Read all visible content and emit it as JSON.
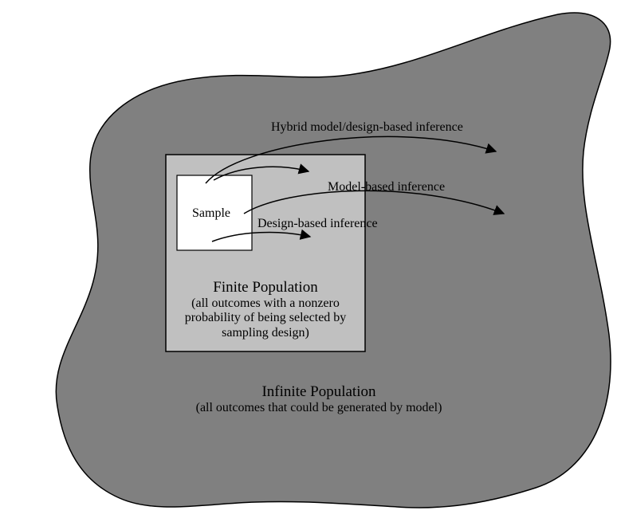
{
  "colors": {
    "infinite_fill": "#808080",
    "finite_fill": "#c0c0c0",
    "sample_fill": "#ffffff",
    "stroke": "#000000"
  },
  "sample": {
    "label": "Sample"
  },
  "arrows": {
    "hybrid": "Hybrid model/design-based inference",
    "model": "Model-based inference",
    "design": "Design-based inference"
  },
  "finite_population": {
    "title": "Finite Population",
    "description_lines": [
      "(all outcomes with a nonzero",
      "probability of being selected by",
      "sampling design)"
    ]
  },
  "infinite_population": {
    "title": "Infinite Population",
    "description": "(all outcomes that could be generated by model)"
  }
}
